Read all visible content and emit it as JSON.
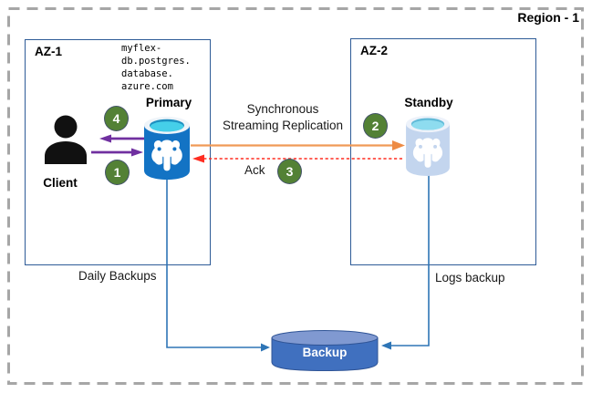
{
  "region": {
    "label": "Region - 1"
  },
  "zones": {
    "az1": {
      "label": "AZ-1"
    },
    "az2": {
      "label": "AZ-2"
    }
  },
  "nodes": {
    "client": {
      "label": "Client"
    },
    "primary": {
      "label": "Primary",
      "hostname": "myflex-\ndb.postgres.\ndatabase.\nazure.com"
    },
    "standby": {
      "label": "Standby"
    },
    "backup": {
      "label": "Backup"
    }
  },
  "flows": {
    "replication": {
      "label": "Synchronous\nStreaming Replication"
    },
    "ack": {
      "label": "Ack"
    },
    "daily_backups": {
      "label": "Daily Backups"
    },
    "logs_backup": {
      "label": "Logs backup"
    }
  },
  "badges": [
    {
      "label": "1"
    },
    {
      "label": "2"
    },
    {
      "label": "3"
    },
    {
      "label": "4"
    }
  ],
  "colors": {
    "az_border": "#2e5b97",
    "region_border": "#a6a6a6",
    "client_arrow_purple": "#7030a0",
    "replication_orange": "#ed8b45",
    "ack_red": "#ff2d21",
    "backup_line_blue": "#2e75b6",
    "badge_green": "#538135",
    "badge_border": "#44546a",
    "primary_body": "#1373c4",
    "standby_body": "#c3d5ee",
    "water_cyan": "#45cfe9",
    "backup_body": "#4070bf"
  }
}
